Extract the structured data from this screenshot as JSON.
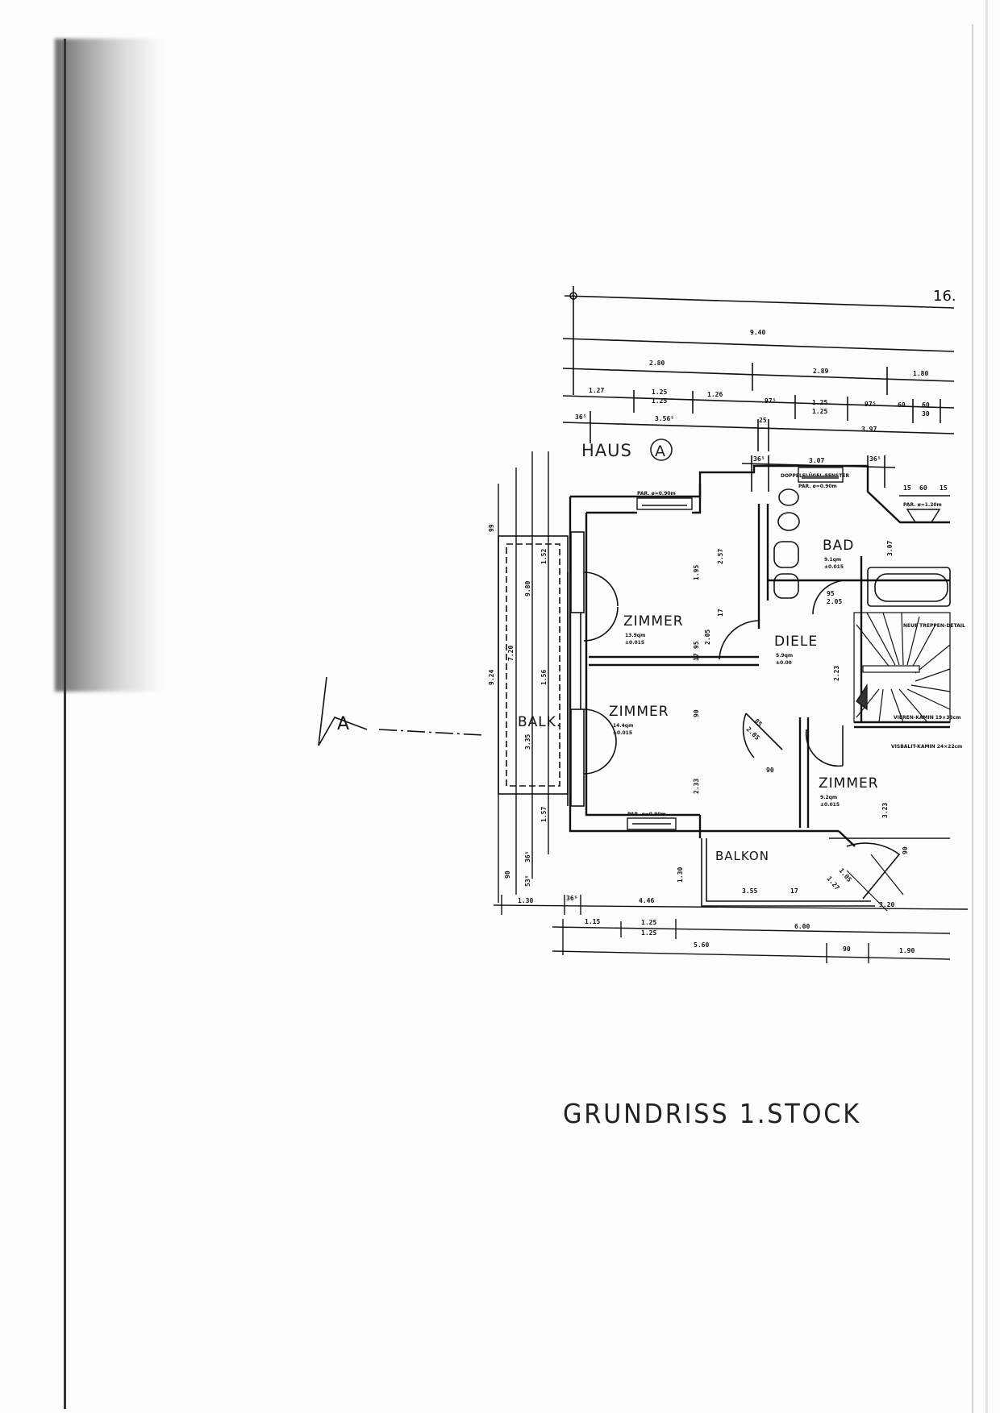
{
  "sheet_number": "16.",
  "house_label": "HAUS",
  "house_letter": "A",
  "section_marker": "A",
  "title": "GRUNDRISS 1.STOCK",
  "rooms": [
    {
      "name": "ZIMMER",
      "area": "13.9qm",
      "level": "±0.015"
    },
    {
      "name": "ZIMMER",
      "area": "14.4qm",
      "level": "±0.015"
    },
    {
      "name": "DIELE",
      "area": "5.9qm",
      "level": "±0.00"
    },
    {
      "name": "BAD",
      "area": "9.1qm",
      "level": "±0.015"
    },
    {
      "name": "ZIMMER",
      "area": "9.2qm",
      "level": "±0.015"
    },
    {
      "name": "BALKON"
    },
    {
      "name": "BALK."
    }
  ],
  "notes": {
    "window_double": "DOPPELFLÜGEL-FENSTER",
    "parapet_top": "PAR. ø=0.90m",
    "parapet_left": "PAR. ø=0.90m",
    "parapet_right": "PAR. ø=1.20m",
    "parapet_bottom": "PAR. ø=0.90m",
    "stair_detail": "NEUE TREPPEN-DETAIL",
    "chimney_1": "VIEREN-KAMIN 19×33cm",
    "chimney_2": "VISBALIT-KAMIN 24×22cm"
  },
  "dims_top": {
    "row1": "9.40",
    "row2": [
      "2.80",
      "2.89",
      "1.80"
    ],
    "row3": [
      "1.27",
      "1.25",
      "1.25",
      "1.26",
      "97⁵",
      "1.25",
      "1.25",
      "97⁵",
      "60",
      "60",
      "30"
    ],
    "row4": [
      "36⁵",
      "3.56⁵",
      "25",
      "3.97"
    ],
    "row5": [
      "36⁵",
      "3.07",
      "36⁵"
    ],
    "right": [
      "15",
      "60",
      "15"
    ]
  },
  "dims_bottom": {
    "row1": [
      "1.30",
      "36⁵",
      "4.46",
      "3.20"
    ],
    "row2": [
      "1.15",
      "1.25",
      "1.25",
      "6.00"
    ],
    "row3": [
      "5.60",
      "90",
      "1.90"
    ]
  },
  "dims_left": [
    "9.24",
    "7.20",
    "9.80",
    "1.52",
    "1.56",
    "3.35",
    "1.57",
    "99",
    "90",
    "36⁵",
    "53⁵"
  ],
  "dims_inner": [
    "1.95",
    "2.57",
    "2.05",
    "95",
    "17",
    "17",
    "90",
    "2.33",
    "85",
    "2.05",
    "95",
    "2.05",
    "90",
    "2.23",
    "3.07",
    "3.23",
    "1.05",
    "1.27",
    "3.55",
    "17",
    "1.30",
    "90"
  ]
}
